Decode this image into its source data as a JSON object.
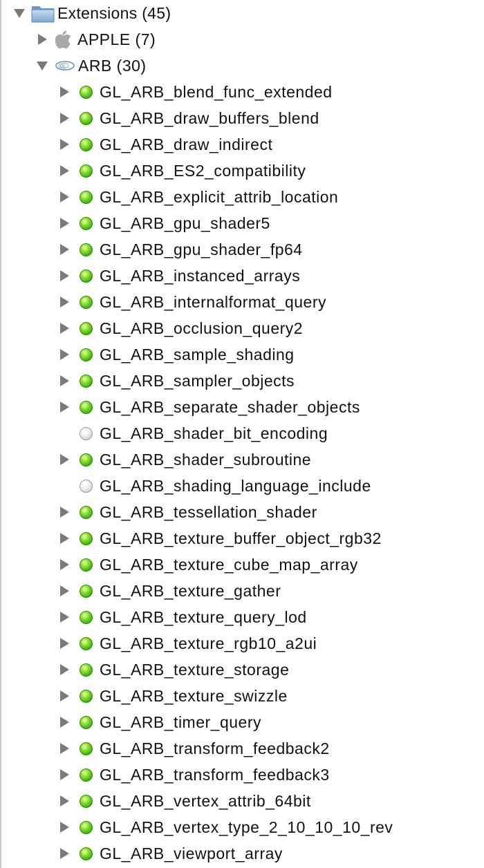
{
  "tree": {
    "root": {
      "label": "Extensions (45)",
      "icon": "folder-icon",
      "expanded": true
    },
    "vendors": [
      {
        "label": "APPLE (7)",
        "icon": "apple-logo-icon",
        "expanded": false
      },
      {
        "label": "ARB (30)",
        "icon": "opengl-logo-icon",
        "expanded": true
      }
    ],
    "arb_extensions": [
      {
        "label": "GL_ARB_blend_func_extended",
        "status": "supported",
        "has_children": true
      },
      {
        "label": "GL_ARB_draw_buffers_blend",
        "status": "supported",
        "has_children": true
      },
      {
        "label": "GL_ARB_draw_indirect",
        "status": "supported",
        "has_children": true
      },
      {
        "label": "GL_ARB_ES2_compatibility",
        "status": "supported",
        "has_children": true
      },
      {
        "label": "GL_ARB_explicit_attrib_location",
        "status": "supported",
        "has_children": true
      },
      {
        "label": "GL_ARB_gpu_shader5",
        "status": "supported",
        "has_children": true
      },
      {
        "label": "GL_ARB_gpu_shader_fp64",
        "status": "supported",
        "has_children": true
      },
      {
        "label": "GL_ARB_instanced_arrays",
        "status": "supported",
        "has_children": true
      },
      {
        "label": "GL_ARB_internalformat_query",
        "status": "supported",
        "has_children": true
      },
      {
        "label": "GL_ARB_occlusion_query2",
        "status": "supported",
        "has_children": true
      },
      {
        "label": "GL_ARB_sample_shading",
        "status": "supported",
        "has_children": true
      },
      {
        "label": "GL_ARB_sampler_objects",
        "status": "supported",
        "has_children": true
      },
      {
        "label": "GL_ARB_separate_shader_objects",
        "status": "supported",
        "has_children": true
      },
      {
        "label": "GL_ARB_shader_bit_encoding",
        "status": "unsupported",
        "has_children": false
      },
      {
        "label": "GL_ARB_shader_subroutine",
        "status": "supported",
        "has_children": true
      },
      {
        "label": "GL_ARB_shading_language_include",
        "status": "unsupported",
        "has_children": false
      },
      {
        "label": "GL_ARB_tessellation_shader",
        "status": "supported",
        "has_children": true
      },
      {
        "label": "GL_ARB_texture_buffer_object_rgb32",
        "status": "supported",
        "has_children": true
      },
      {
        "label": "GL_ARB_texture_cube_map_array",
        "status": "supported",
        "has_children": true
      },
      {
        "label": "GL_ARB_texture_gather",
        "status": "supported",
        "has_children": true
      },
      {
        "label": "GL_ARB_texture_query_lod",
        "status": "supported",
        "has_children": true
      },
      {
        "label": "GL_ARB_texture_rgb10_a2ui",
        "status": "supported",
        "has_children": true
      },
      {
        "label": "GL_ARB_texture_storage",
        "status": "supported",
        "has_children": true
      },
      {
        "label": "GL_ARB_texture_swizzle",
        "status": "supported",
        "has_children": true
      },
      {
        "label": "GL_ARB_timer_query",
        "status": "supported",
        "has_children": true
      },
      {
        "label": "GL_ARB_transform_feedback2",
        "status": "supported",
        "has_children": true
      },
      {
        "label": "GL_ARB_transform_feedback3",
        "status": "supported",
        "has_children": true
      },
      {
        "label": "GL_ARB_vertex_attrib_64bit",
        "status": "supported",
        "has_children": true
      },
      {
        "label": "GL_ARB_vertex_type_2_10_10_10_rev",
        "status": "supported",
        "has_children": true
      },
      {
        "label": "GL_ARB_viewport_array",
        "status": "supported",
        "has_children": true
      }
    ]
  },
  "colors": {
    "supported": "#43b514",
    "unsupported": "#cfcfcf",
    "disclosure": "#7a7a7a",
    "folder": "#8fb3dc"
  }
}
